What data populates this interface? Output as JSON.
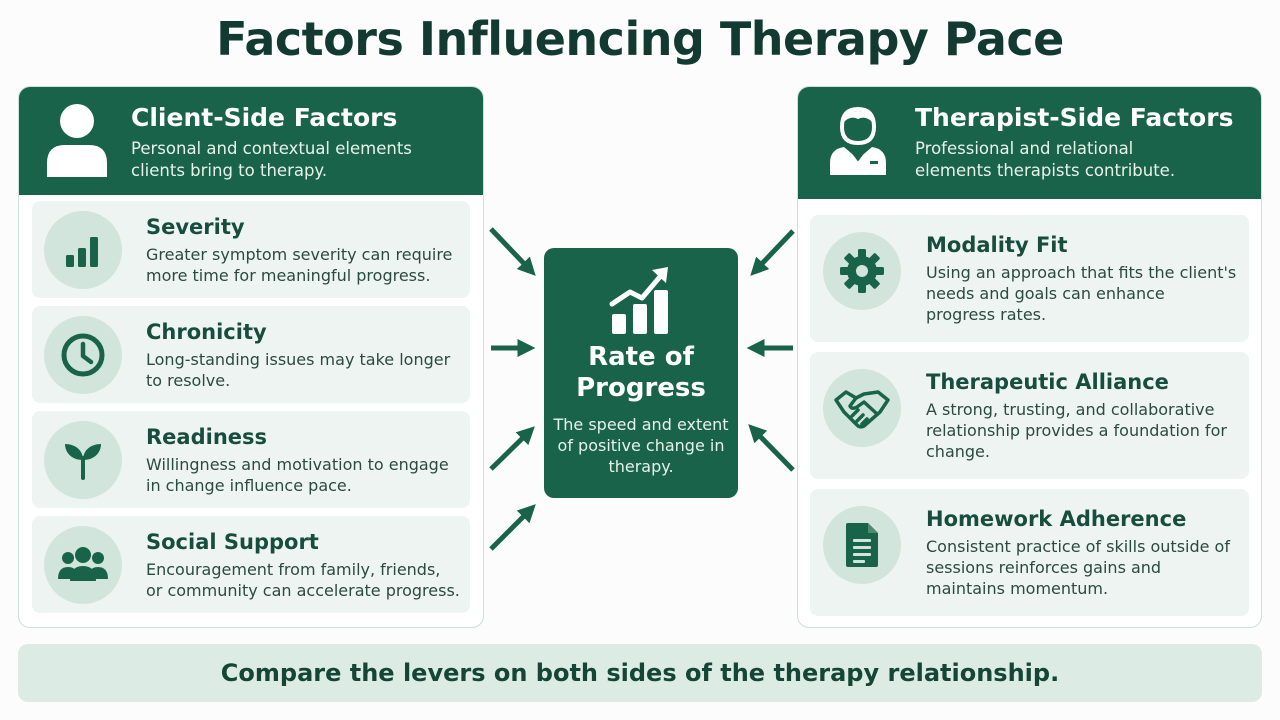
{
  "title": "Factors Influencing Therapy Pace",
  "client": {
    "title": "Client-Side Factors",
    "description": "Personal and contextual elements clients bring to therapy.",
    "icon": "person-icon",
    "factors": [
      {
        "title": "Severity",
        "description": "Greater symptom severity can require more time for meaningful progress.",
        "icon": "bar-chart-icon"
      },
      {
        "title": "Chronicity",
        "description": "Long-standing issues may take longer to resolve.",
        "icon": "clock-icon"
      },
      {
        "title": "Readiness",
        "description": "Willingness and motivation to engage in change influence pace.",
        "icon": "sprout-icon"
      },
      {
        "title": "Social Support",
        "description": "Encouragement from family, friends, or community can accelerate progress.",
        "icon": "group-icon"
      }
    ]
  },
  "therapist": {
    "title": "Therapist-Side Factors",
    "description": "Professional and relational elements therapists contribute.",
    "icon": "therapist-icon",
    "factors": [
      {
        "title": "Modality Fit",
        "description": "Using an approach that fits the client's needs and goals can enhance progress rates.",
        "icon": "gear-icon"
      },
      {
        "title": "Therapeutic Alliance",
        "description": "A strong, trusting, and collaborative relationship provides a foundation for change.",
        "icon": "handshake-icon"
      },
      {
        "title": "Homework Adherence",
        "description": "Consistent practice of skills outside of sessions reinforces gains and maintains momentum.",
        "icon": "document-icon"
      }
    ]
  },
  "center": {
    "title": "Rate of Progress",
    "description": "The speed and extent of positive change in therapy.",
    "icon": "growth-chart-icon"
  },
  "footer": "Compare the levers on both sides of the therapy relationship.",
  "colors": {
    "primary": "#1a634b",
    "card_bg": "#eef4f1",
    "icon_circle": "#d2e5dc",
    "banner_bg": "#dcebe3"
  }
}
